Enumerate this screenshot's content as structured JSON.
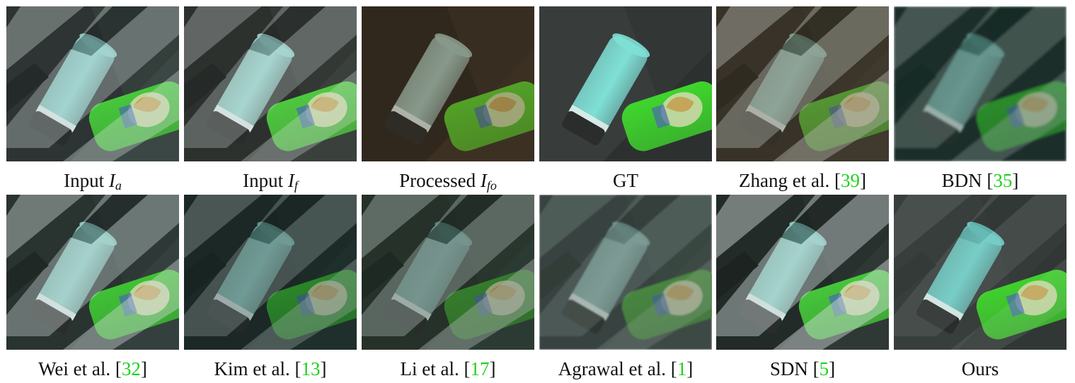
{
  "panels": [
    {
      "label": "Input",
      "math": "I",
      "sub": "a",
      "ref": "",
      "style": "input"
    },
    {
      "label": "Input",
      "math": "I",
      "sub": "f",
      "ref": "",
      "style": "input_f"
    },
    {
      "label": "Processed",
      "math": "I",
      "sub": "fo",
      "ref": "",
      "style": "processed"
    },
    {
      "label": "GT",
      "math": "",
      "sub": "",
      "ref": "",
      "style": "gt"
    },
    {
      "label": "Zhang et al.",
      "math": "",
      "sub": "",
      "ref": "39",
      "style": "zhang"
    },
    {
      "label": "BDN",
      "math": "",
      "sub": "",
      "ref": "35",
      "style": "bdn"
    },
    {
      "label": "Wei et al.",
      "math": "",
      "sub": "",
      "ref": "32",
      "style": "wei"
    },
    {
      "label": "Kim et al.",
      "math": "",
      "sub": "",
      "ref": "13",
      "style": "kim"
    },
    {
      "label": "Li et al.",
      "math": "",
      "sub": "",
      "ref": "17",
      "style": "li"
    },
    {
      "label": "Agrawal et al.",
      "math": "",
      "sub": "",
      "ref": "1",
      "style": "agrawal"
    },
    {
      "label": "SDN",
      "math": "",
      "sub": "",
      "ref": "5",
      "style": "sdn"
    },
    {
      "label": "Ours",
      "math": "",
      "sub": "",
      "ref": "",
      "style": "ours"
    }
  ],
  "colors": {
    "reference_link": "#1fd11f",
    "caption_text": "#111111"
  }
}
